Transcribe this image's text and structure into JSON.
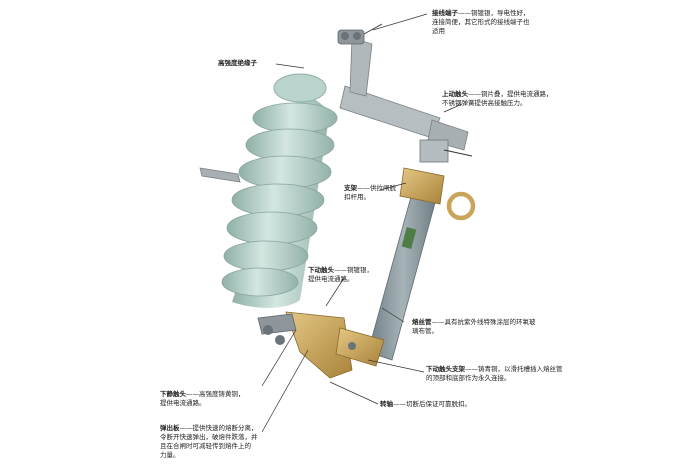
{
  "labels": {
    "terminal": {
      "name": "接线端子",
      "desc": "——铜镀银，导电性好，",
      "lines": [
        "连接简便，其它形式的接线端子也",
        "适用"
      ]
    },
    "insulator": {
      "name": "高强度绝缘子"
    },
    "upper_contact": {
      "name": "上动触头",
      "desc": "——铜片叠，提供电流通路，",
      "lines": [
        "不锈钢弹簧提供高接触压力。"
      ]
    },
    "bracket": {
      "name": "支架",
      "desc": "——供拉闸脱",
      "lines": [
        "扣杆用。"
      ]
    },
    "lower_moving_contact": {
      "name": "下动触头",
      "desc": "——铜镀银，",
      "lines": [
        "提供电流通路。"
      ]
    },
    "fuse_tube": {
      "name": "熔丝管",
      "desc": "——具有抗紫外线特殊涂层的环氧玻",
      "lines": [
        "璃布管。"
      ]
    },
    "lower_contact_bracket": {
      "name": "下动触头支架",
      "desc": "——铸青铜，以滑托槽插入熔丝管",
      "lines": [
        "的顶部和底部作为永久连接。"
      ]
    },
    "pivot": {
      "name": "转轴",
      "desc": "——切断后保证可靠脱扣。"
    },
    "lower_static_contact": {
      "name": "下静触头",
      "desc": "——高强度铸黄铜，",
      "lines": [
        "提供电流通路。"
      ]
    },
    "ejector": {
      "name": "弹出板",
      "desc": "——提供快速的熔断分离，",
      "lines": [
        "令断开快速弹出，破熔件跌落，并",
        "且在合闸时可减轻传到熔件上的",
        "力量。"
      ]
    }
  },
  "colors": {
    "porcelain": "#b9d3cd",
    "porcelain_dark": "#8fb0a8",
    "brass": "#c9a55a",
    "metal": "#a9b0b4",
    "tube": "#8b9aa0"
  }
}
